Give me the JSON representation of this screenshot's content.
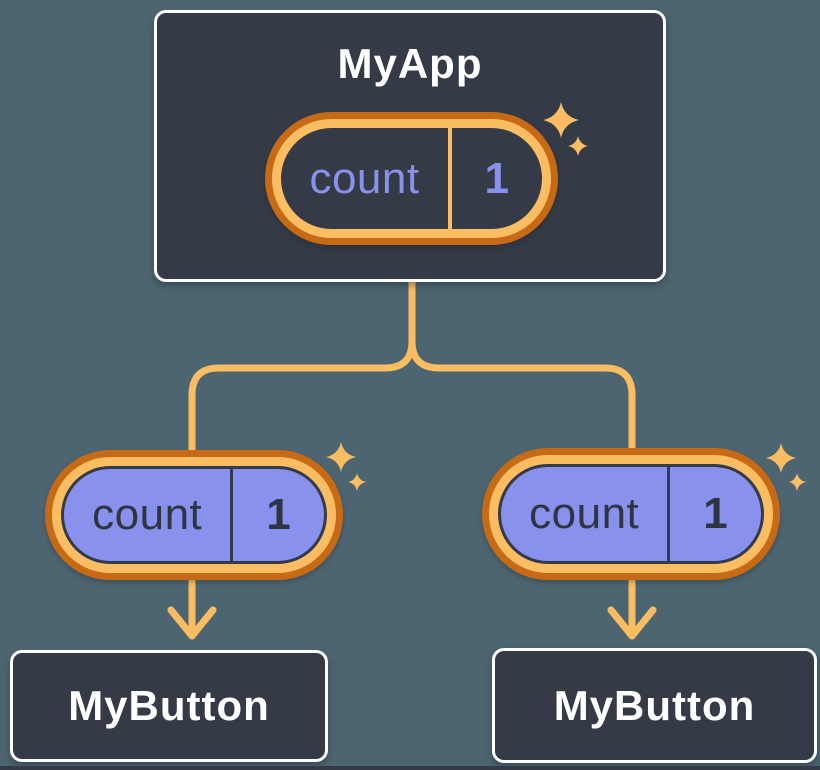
{
  "diagram": {
    "description": "React state tree: MyApp holds count state shared down to two MyButton children",
    "colors": {
      "background": "#4C6570",
      "node_fill": "#343A46",
      "node_border": "#FFFFFF",
      "accent_light_orange": "#FABD62",
      "accent_dark_orange": "#C76A15",
      "state_purple": "#8891EC",
      "dark_text": "#2E3442",
      "title_text": "#FFFFFF"
    },
    "root": {
      "title": "MyApp",
      "state": {
        "name": "count",
        "value": "1"
      }
    },
    "children": [
      {
        "title": "MyButton",
        "prop": {
          "name": "count",
          "value": "1"
        }
      },
      {
        "title": "MyButton",
        "prop": {
          "name": "count",
          "value": "1"
        }
      }
    ]
  }
}
